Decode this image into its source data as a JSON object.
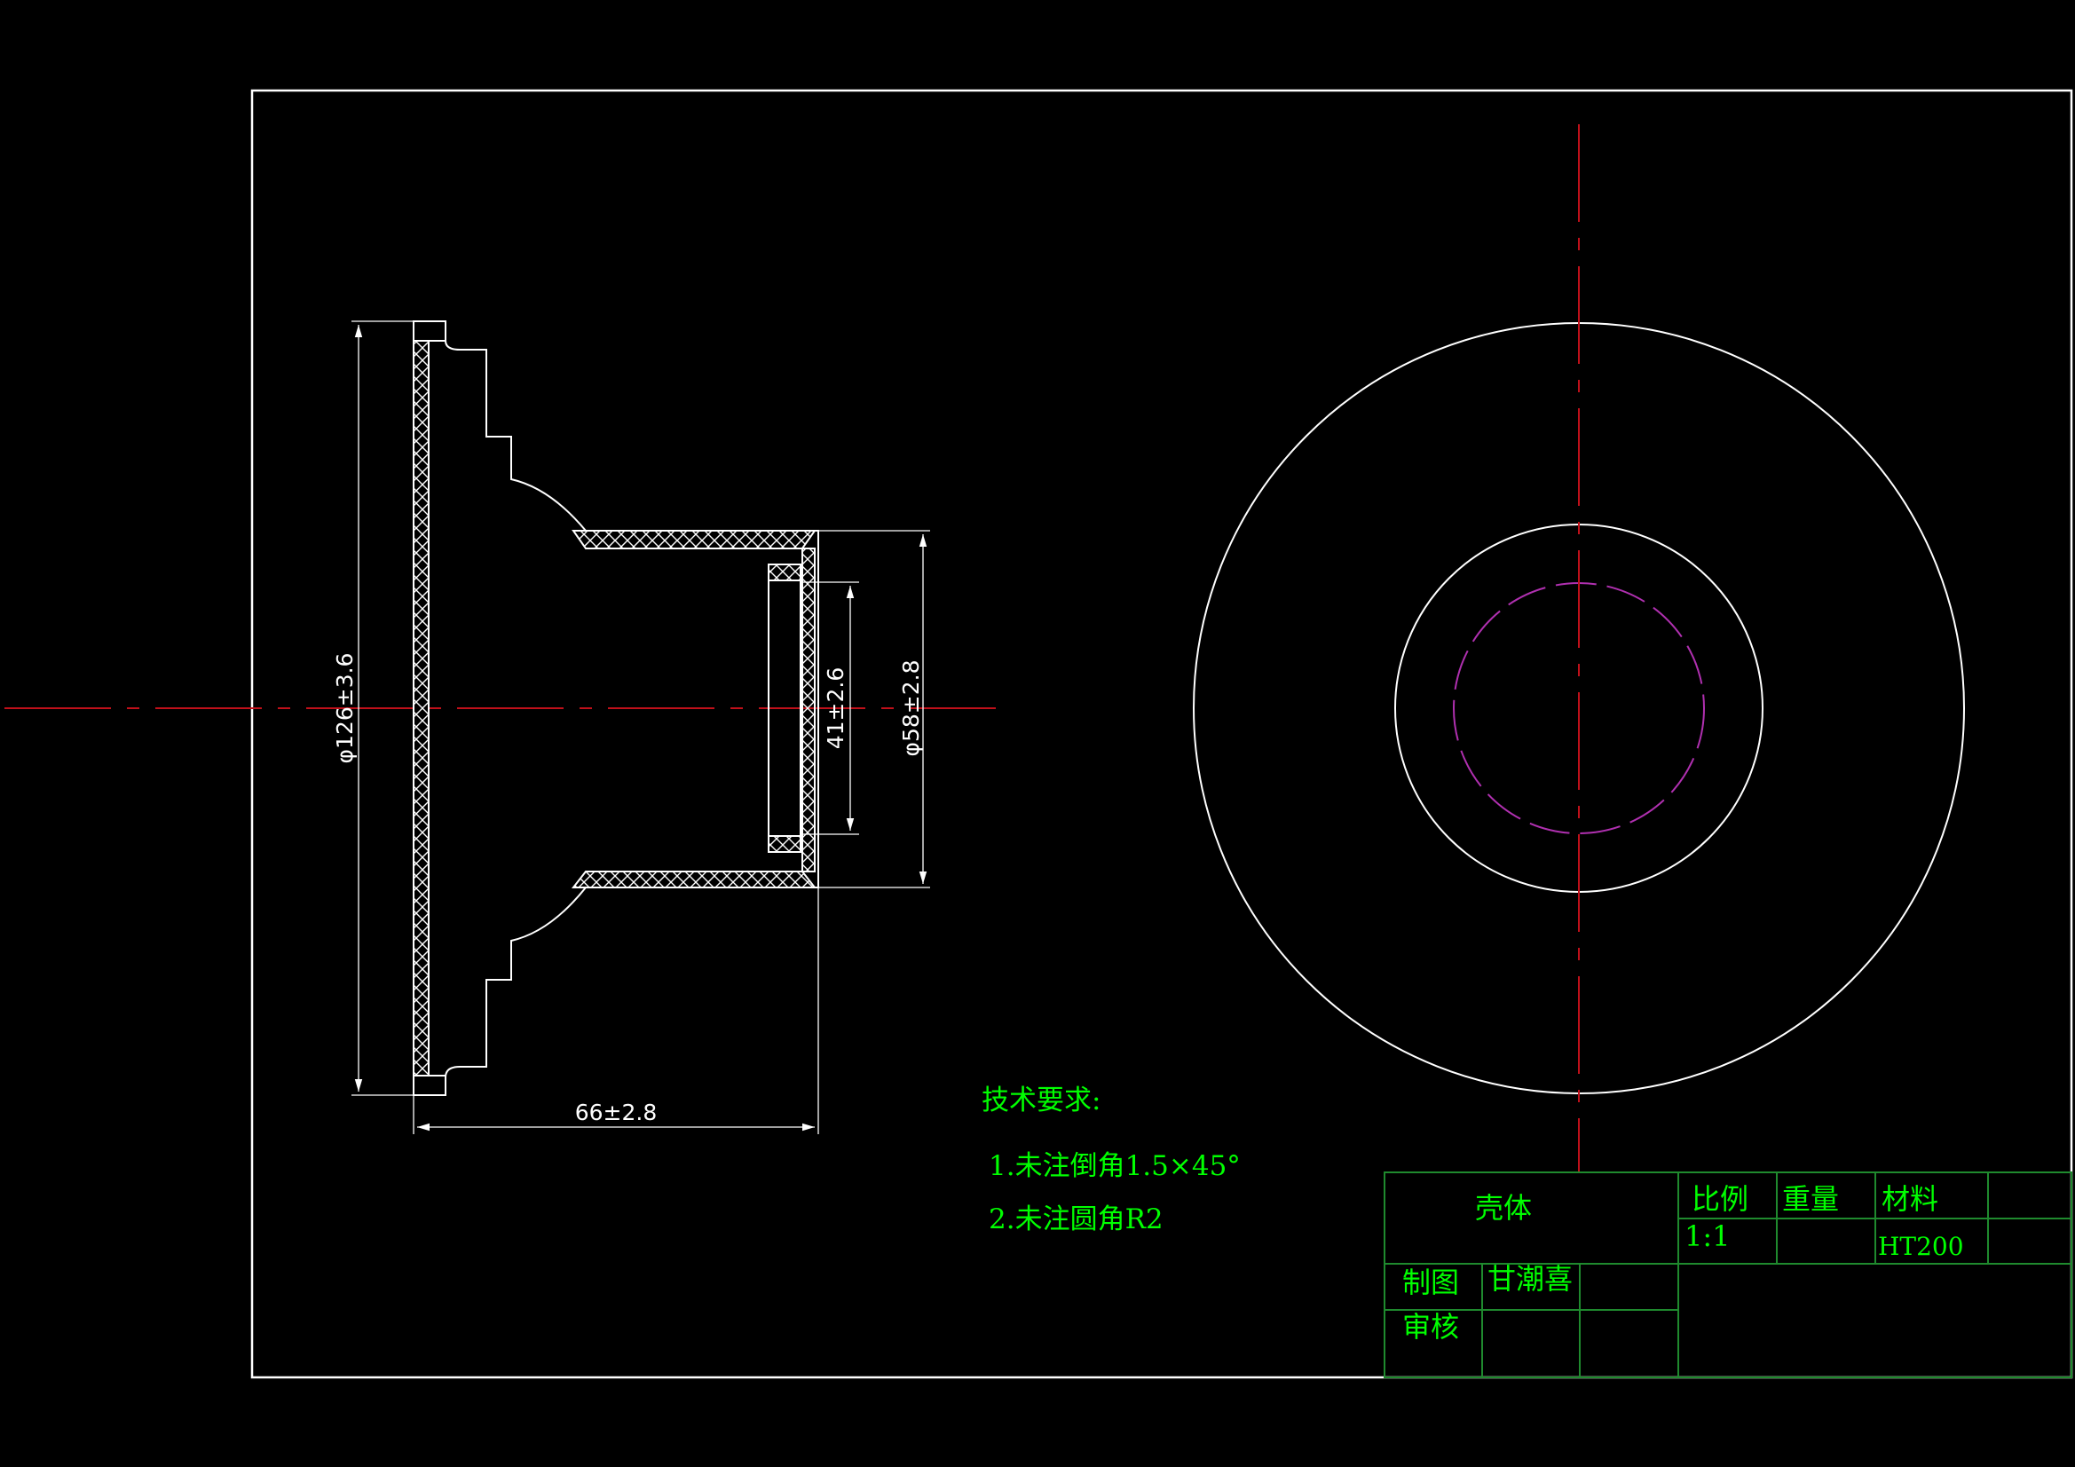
{
  "colors": {
    "background": "#000000",
    "outline": "#ffffff",
    "centerline": "#c0101a",
    "hidden_circle": "#b030b0",
    "annotation": "#00ff00",
    "title_grid": "#1f8a2e"
  },
  "dimensions": {
    "outer_diameter": "φ126±3.6",
    "length": "66±2.8",
    "bore": "41±2.6",
    "hub_diameter": "φ58±2.8"
  },
  "notes": {
    "heading": "技术要求:",
    "item1": "1.未注倒角1.5×45°",
    "item2": "2.未注圆角R2"
  },
  "title_block": {
    "part_name": "壳体",
    "scale_label": "比例",
    "weight_label": "重量",
    "material_label": "材料",
    "scale_value": "1:1",
    "material_value": "HT200",
    "drawn_label": "制图",
    "drawn_by": "甘潮喜",
    "check_label": "审核"
  }
}
